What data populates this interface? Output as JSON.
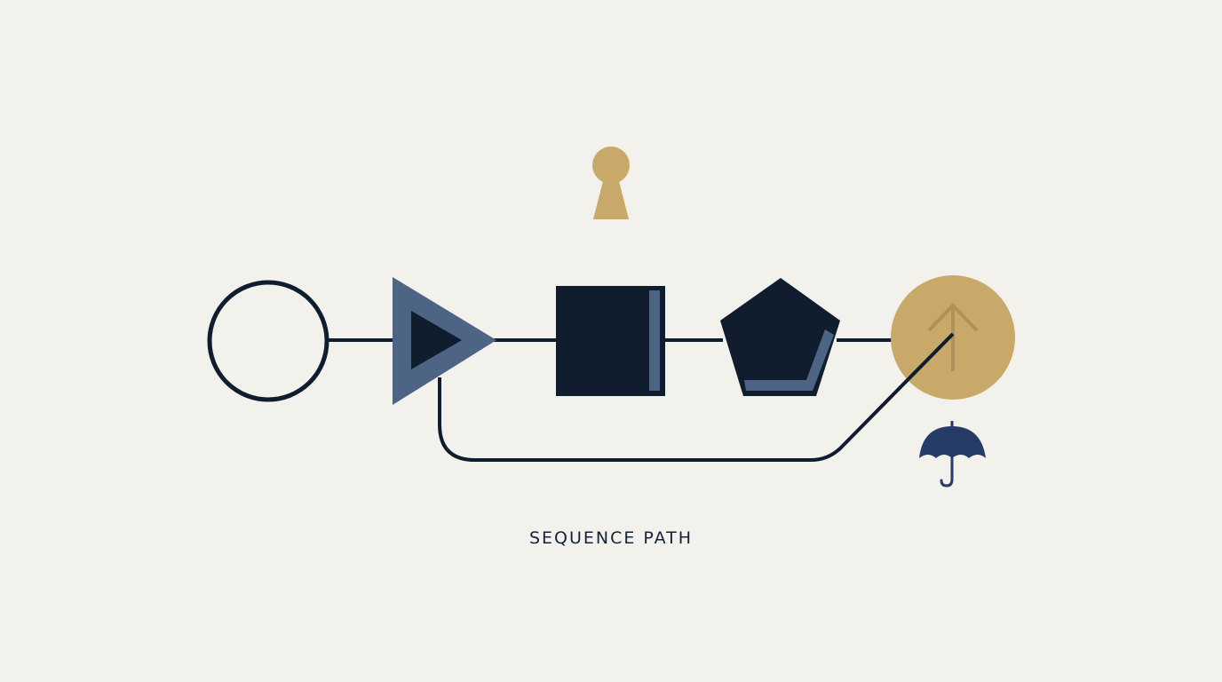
{
  "caption": "SEQUENCE PATH",
  "colors": {
    "background": "#f3f1ec",
    "ink": "#0f1d2e",
    "slate": "#4e6485",
    "gold": "#c9a96a",
    "gold_dark": "#b0915a",
    "umbrella": "#253c66"
  },
  "nodes": [
    {
      "name": "start-circle",
      "shape": "circle-outline"
    },
    {
      "name": "play-triangle",
      "shape": "triangle"
    },
    {
      "name": "stop-square",
      "shape": "square"
    },
    {
      "name": "pentagon",
      "shape": "pentagon"
    },
    {
      "name": "goal-circle",
      "shape": "circle-filled",
      "icon": "arrow-up-icon"
    }
  ],
  "icons": [
    "keyhole-icon",
    "umbrella-icon",
    "arrow-up-icon"
  ]
}
